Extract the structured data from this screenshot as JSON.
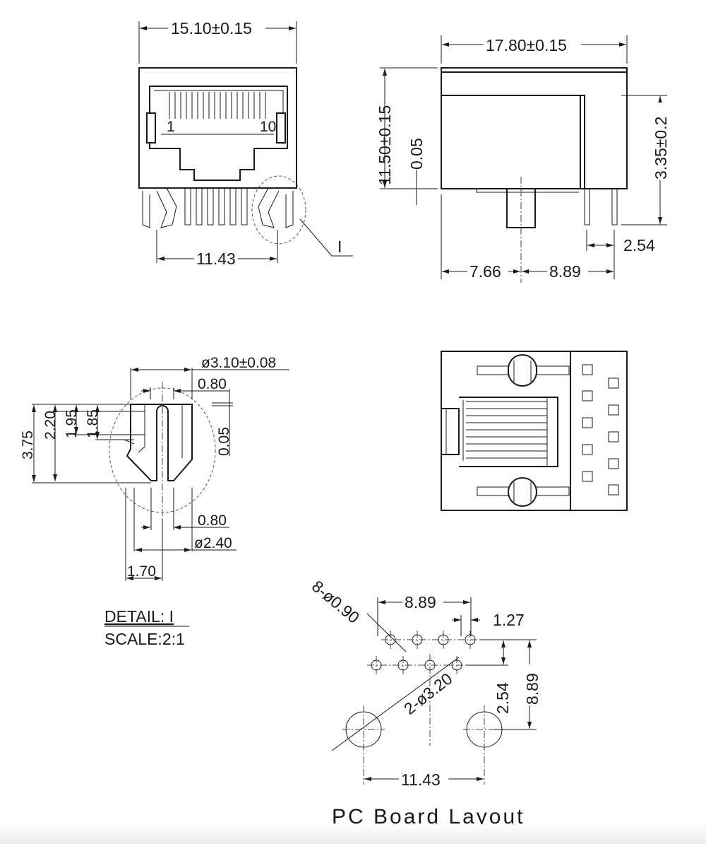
{
  "front_view": {
    "width_dim": "15.10±0.15",
    "pin_span_dim": "11.43",
    "pin_label_first": "1",
    "pin_label_last": "10",
    "detail_callout": "I"
  },
  "side_view": {
    "length_dim": "17.80±0.15",
    "height_dim": "11.50±0.15",
    "standoff_dim": "0.05",
    "pin_length_dim": "3.35±0.2",
    "pin_pitch_dim": "2.54",
    "front_to_peg_dim": "7.66",
    "peg_to_pin_dim": "8.89"
  },
  "detail": {
    "hole_dim": "ø3.10±0.08",
    "top_width_dim": "0.80",
    "total_height_dim": "3.75",
    "h1_dim": "2.20",
    "h2_dim": "1.95",
    "h3_dim": "1.85",
    "gap_dim": "0.05",
    "slot_dim": "0.80",
    "peg_dia_dim": "ø2.40",
    "half_dim": "1.70",
    "title": "DETAIL: I",
    "scale": "SCALE:2:1"
  },
  "pcb_layout": {
    "hole_count_dim": "8-ø0.90",
    "row_span_dim": "8.89",
    "offset_dim": "1.27",
    "peg_hole_dim": "2-ø3.20",
    "row_pitch_dim": "2.54",
    "vertical_dim": "8.89",
    "peg_span_dim": "11.43",
    "title": "PC Board Layout"
  }
}
